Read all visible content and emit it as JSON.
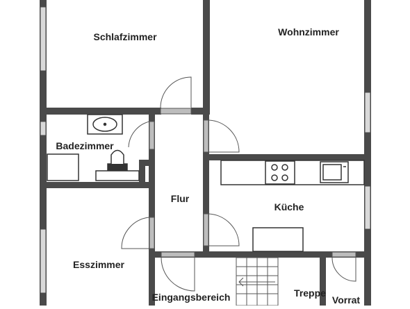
{
  "floorplan": {
    "rooms": [
      {
        "id": "schlafzimmer",
        "label": "Schlafzimmer"
      },
      {
        "id": "wohnzimmer",
        "label": "Wohnzimmer"
      },
      {
        "id": "badezimmer",
        "label": "Badezimmer"
      },
      {
        "id": "flur",
        "label": "Flur"
      },
      {
        "id": "kueche",
        "label": "Küche"
      },
      {
        "id": "esszimmer",
        "label": "Esszimmer"
      },
      {
        "id": "eingangsbereich",
        "label": "Eingangsbereich"
      },
      {
        "id": "treppe",
        "label": "Treppe"
      },
      {
        "id": "vorrat",
        "label": "Vorrat"
      }
    ]
  },
  "colors": {
    "wall": "#4a4a4a",
    "window": "#d9d9d9",
    "fixture": "#333333",
    "background": "#ffffff"
  }
}
